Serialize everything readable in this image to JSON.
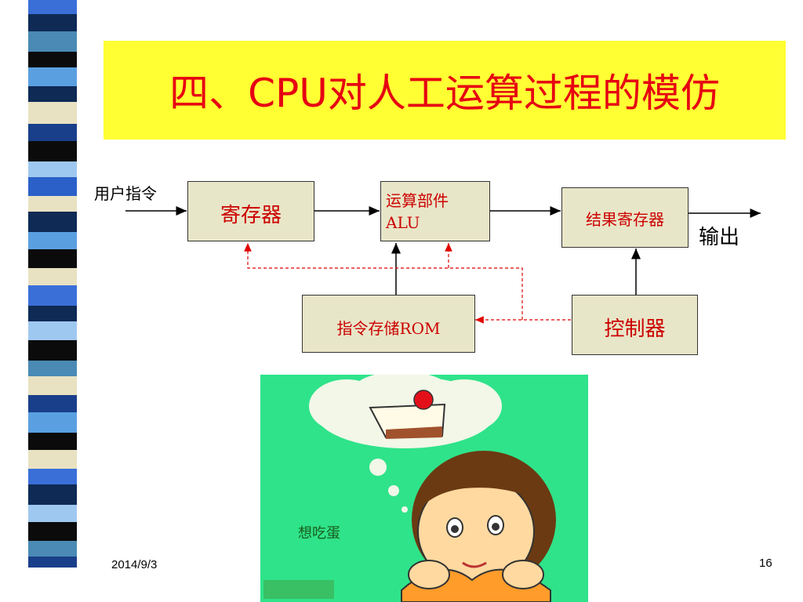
{
  "slide": {
    "title": "四、CPU对人工运算过程的模仿",
    "date": "2014/9/3",
    "page_number": "16"
  },
  "diagram": {
    "input_label": "用户指令",
    "register": "寄存器",
    "alu_line1": "运算部件",
    "alu_line2": "ALU",
    "result_register": "结果寄存器",
    "output_label": "输出",
    "instruction_rom": "指令存储ROM",
    "controller": "控制器"
  },
  "picture": {
    "caption": "想吃蛋"
  },
  "colors": {
    "title_background": "#ffff33",
    "title_text": "#e60012",
    "block_fill": "#e8e6c8",
    "block_text": "#cc0000",
    "control_line": "#e00000",
    "picture_background": "#2fe38a"
  }
}
